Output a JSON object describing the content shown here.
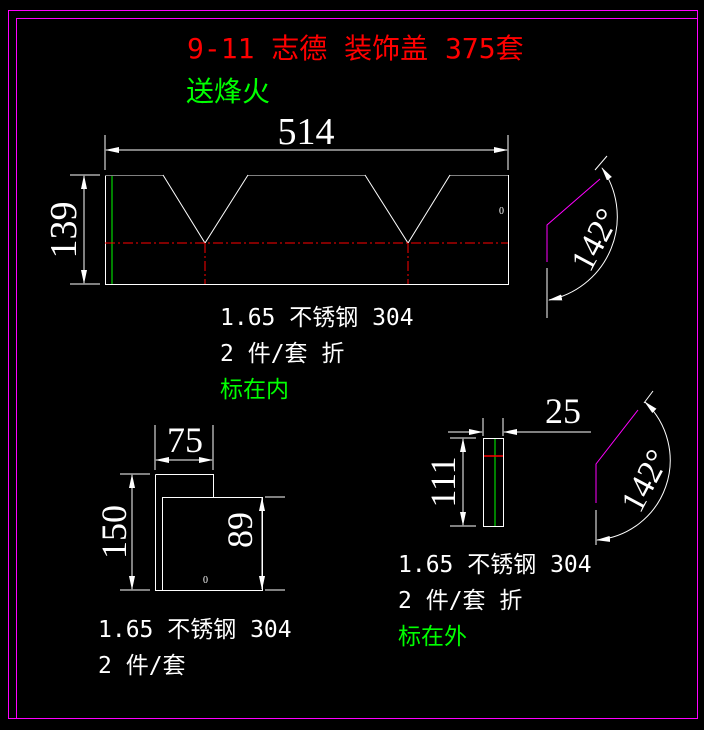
{
  "colors": {
    "frame": "#ff00ff",
    "title": "#ff0000",
    "highlight": "#00ff00",
    "line": "#ffffff",
    "bend": "#ff0000"
  },
  "title": "9-11 志德 装饰盖 375套",
  "subtitle": "送烽火",
  "part1": {
    "width": "514",
    "height": "139",
    "angle": "142°",
    "hole": "0",
    "material": "1.65 不锈钢 304",
    "qty": "2 件/套 折",
    "mark": "标在内"
  },
  "part2": {
    "width": "75",
    "height": "150",
    "inner": "89",
    "hole": "0",
    "material": "1.65 不锈钢 304",
    "qty": "2 件/套"
  },
  "part3": {
    "width": "25",
    "height": "111",
    "angle": "142°",
    "material": "1.65 不锈钢 304",
    "qty": "2 件/套 折",
    "mark": "标在外"
  }
}
